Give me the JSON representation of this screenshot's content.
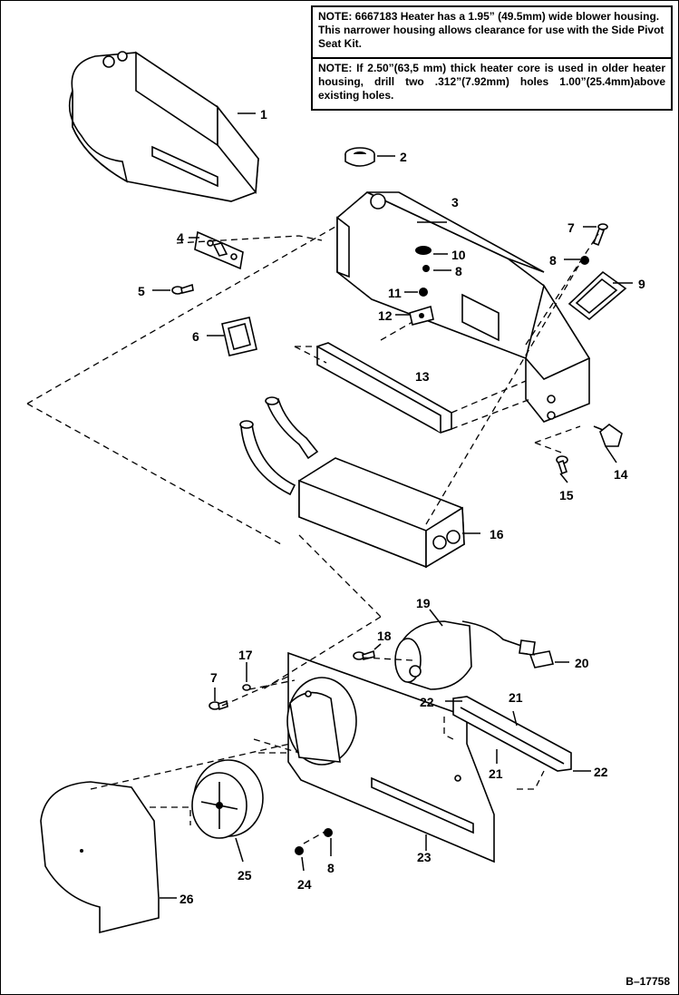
{
  "notes": [
    {
      "text": "NOTE: 6667183 Heater has a 1.95” (49.5mm) wide blower housing.  This narrower housing allows clearance for use with the Side Pivot Seat Kit."
    },
    {
      "text": "NOTE:  If 2.50”(63,5 mm) thick heater core is used in older heater housing, drill two .312”(7.92mm) holes 1.00”(25.4mm)above existing holes."
    }
  ],
  "callouts": [
    "1",
    "2",
    "3",
    "4",
    "5",
    "6",
    "7",
    "8",
    "9",
    "10",
    "8",
    "11",
    "12",
    "13",
    "14",
    "15",
    "16",
    "19",
    "18",
    "17",
    "7",
    "20",
    "22",
    "21",
    "21",
    "22",
    "23",
    "8",
    "24",
    "25",
    "26"
  ],
  "drawing_code": "B–17758",
  "colors": {
    "line": "#000000",
    "background": "#ffffff"
  }
}
